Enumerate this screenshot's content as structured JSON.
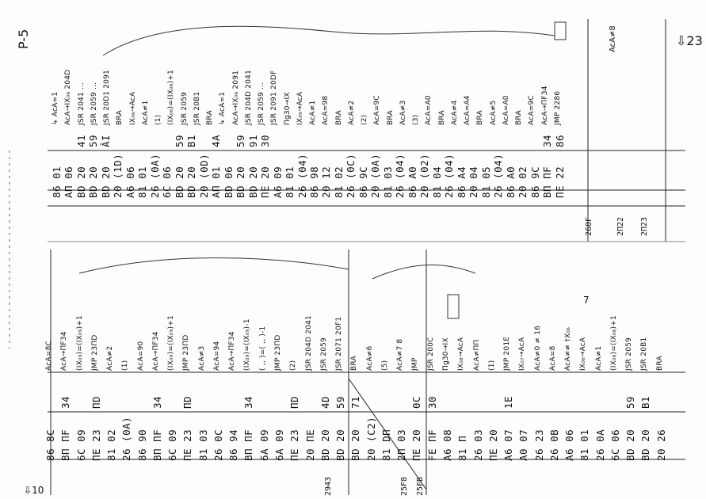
{
  "page_label": "P-5",
  "page_number": "23",
  "bottom_corner_mark": "10",
  "upper": {
    "bytes": [
      [
        "86",
        "01"
      ],
      [
        "AП",
        "06"
      ],
      [
        "BD",
        "20"
      ],
      [
        "BD",
        "20"
      ],
      [
        "BD",
        "20"
      ],
      [
        "20",
        "(1D)"
      ],
      [
        "A6",
        "06"
      ],
      [
        "81",
        "01"
      ],
      [
        "26",
        "(0A)"
      ],
      [
        "6C",
        "06"
      ],
      [
        "BD",
        "20"
      ],
      [
        "BD",
        "20"
      ],
      [
        "20",
        "(0D)"
      ],
      [
        "AП",
        "01"
      ],
      [
        "BD",
        "06"
      ],
      [
        "BD",
        "20"
      ],
      [
        "BD",
        "20"
      ],
      [
        "ПE",
        "20"
      ],
      [
        "A6",
        "09"
      ],
      [
        "81",
        "01"
      ],
      [
        "26",
        "(04)"
      ],
      [
        "86",
        "98"
      ],
      [
        "20",
        "12"
      ],
      [
        "81",
        "02"
      ],
      [
        "26",
        "(0C)"
      ],
      [
        "86",
        "9C"
      ],
      [
        "20",
        "(0A)"
      ],
      [
        "81",
        "03"
      ],
      [
        "26",
        "(04)"
      ],
      [
        "86",
        "A0"
      ],
      [
        "20",
        "(02)"
      ],
      [
        "81",
        "04"
      ],
      [
        "26",
        "(04)"
      ],
      [
        "86",
        "A4"
      ],
      [
        "20",
        "04"
      ],
      [
        "81",
        "05"
      ],
      [
        "26",
        "(04)"
      ],
      [
        "86",
        "A0"
      ],
      [
        "20",
        "02"
      ],
      [
        "86",
        "9C"
      ],
      [
        "BП",
        "ПF"
      ],
      [
        "ПE",
        "22"
      ]
    ],
    "operands": [
      "",
      "",
      "41",
      "59",
      "ÂI",
      "",
      "",
      "",
      "",
      "",
      "59",
      "B1",
      "",
      "4A",
      "",
      "59",
      "91",
      "30",
      "",
      "",
      "",
      "",
      "",
      "",
      "",
      "",
      "",
      "",
      "",
      "",
      "",
      "",
      "",
      "",
      "",
      "",
      "",
      "",
      "",
      "",
      "34",
      "86"
    ],
    "notes": [
      "↳ AcA=1",
      "AcA→IX₀₆  204D",
      "JSR 2041  ...",
      "JSR 2059  ...",
      "JSR 20D1  2091",
      "BRA",
      "IX₀₆→AcA",
      "AcA≠1",
      "(1)",
      "(IX₀₆)=(IX₀₆)+1",
      "JSR 2059",
      "JSR 20B1",
      "BRA",
      "↳ AcA=1",
      "AcA→IX₀₆  2091",
      "JSR 204D  2041",
      "JSR 2059  ...",
      "JSR 2091  20DF",
      "Пǥ30→IX",
      "IX₀₉→AcA",
      "AcA≠1",
      "AcA=98",
      "BRA",
      "AcA≠2",
      "(2)",
      "AcA=9C",
      "BRA",
      "AcA≠3",
      "(3)",
      "AcA=A0",
      "BRA",
      "AcA≠4",
      "AcA=A4",
      "BRA",
      "AcA≠5",
      "AcA=A0",
      "BRA",
      "AcA=9C",
      "AcA→ПF34",
      "JMP 2286"
    ],
    "row_tags": [
      "268F",
      "2П22",
      "2П2З"
    ],
    "right_note": "AcA≠8"
  },
  "lower": {
    "bytes": [
      [
        "86",
        "8C"
      ],
      [
        "BП",
        "ПF"
      ],
      [
        "6C",
        "09"
      ],
      [
        "ПE",
        "23"
      ],
      [
        "81",
        "02"
      ],
      [
        "26",
        "(0A)"
      ],
      [
        "86",
        "90"
      ],
      [
        "BП",
        "ПF"
      ],
      [
        "6C",
        "09"
      ],
      [
        "ПE",
        "23"
      ],
      [
        "81",
        "03"
      ],
      [
        "26",
        "0C"
      ],
      [
        "86",
        "94"
      ],
      [
        "BП",
        "ПF"
      ],
      [
        "6A",
        "09"
      ],
      [
        "6A",
        "09"
      ],
      [
        "ПE",
        "23"
      ],
      [
        "20",
        "ПE"
      ],
      [
        "BD",
        "20"
      ],
      [
        "BD",
        "20"
      ],
      [
        "BD",
        "20"
      ],
      [
        "20",
        "(C2)"
      ],
      [
        "81",
        "DП"
      ],
      [
        "2П",
        "03"
      ],
      [
        "ПE",
        "20"
      ],
      [
        "FE",
        "ПF"
      ],
      [
        "A6",
        "08"
      ],
      [
        "81",
        "П"
      ],
      [
        "26",
        "0З"
      ],
      [
        "ПE",
        "20"
      ],
      [
        "A6",
        "07"
      ],
      [
        "A0",
        "07"
      ],
      [
        "26",
        "23"
      ],
      [
        "26",
        "0B"
      ],
      [
        "A6",
        "06"
      ],
      [
        "81",
        "01"
      ],
      [
        "26",
        "0A"
      ],
      [
        "6C",
        "06"
      ],
      [
        "BD",
        "20"
      ],
      [
        "BD",
        "20"
      ],
      [
        "20",
        "26"
      ]
    ],
    "operands": [
      "",
      "34",
      "",
      "ПD",
      "",
      "",
      "",
      "34",
      "",
      "ПD",
      "",
      "",
      "",
      "34",
      "",
      "",
      "ПD",
      "",
      "4D",
      "59",
      "71",
      "",
      "",
      "",
      "0C",
      "30",
      "",
      "",
      "",
      "",
      "1E",
      "",
      "",
      "",
      "",
      "",
      "",
      "",
      "59",
      "B1",
      ""
    ],
    "notes": [
      "AcA=8C",
      "AcA→ПF34",
      "(IX₀₉)=(IX₀₉)+1",
      "JMP 23ПD",
      "AcA≠2",
      "(1)",
      "AcA=90",
      "AcA→ПF34",
      "(IX₀₉)=(IX₀₉)+1",
      "JMP 23ПD",
      "AcA≠3",
      "AcA=94",
      "AcA→ПF34",
      "(IX₀₉)=(IX₀₉)-1",
      "(   ,,   )=(   ,,   )-1",
      "JMP 23ПD",
      "(2)",
      "JSR 204D  2041",
      "JSR 2059",
      "JSR 2071  20F1",
      "BRA",
      "AcA≠6",
      "(5)",
      "AcA≠7  8",
      "JMP",
      "JSR 200C",
      "Пǥ30→IX",
      "IX₀₈→AcA",
      "AcA≠ПП",
      "(1)",
      "JMP 201E",
      "IX₀₇→AcA",
      "AcA≠0  ≠ 16",
      "AcA=8",
      "AcA≠≠ †X₀₆",
      "IX₀₆→AcA",
      "AcA≠1",
      "(IX₀₆)=(IX₀₆)+1",
      "JSR 2059",
      "JSR 20B1",
      "BRA"
    ],
    "row_tags": [
      "25F8",
      "25FB",
      "294З"
    ],
    "section_mark": "7"
  }
}
